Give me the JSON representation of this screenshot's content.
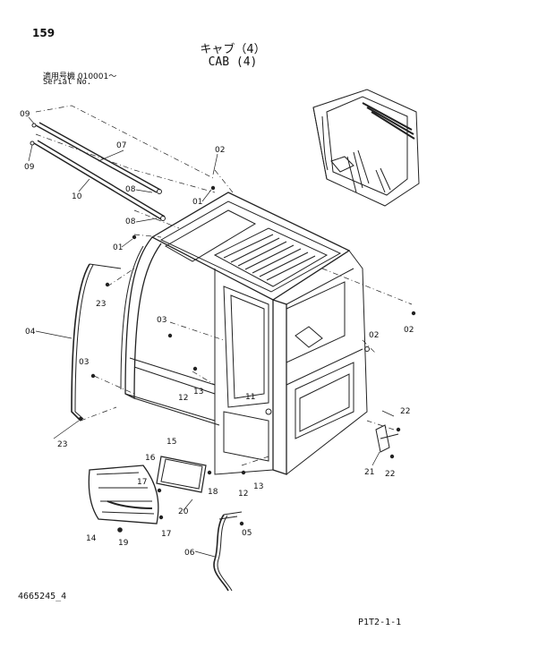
{
  "header": {
    "page_number": "159",
    "title_ja": "キャブ（4）",
    "title_en": "CAB (4)",
    "serial_label_ja": "適用号機  010001～",
    "serial_label_en": "Serial No."
  },
  "footer": {
    "document_id": "4665245_4",
    "page_code": "P1T2-1-1"
  },
  "callouts": {
    "c09a": "09",
    "c09b": "09",
    "c07": "07",
    "c10": "10",
    "c08a": "08",
    "c08b": "08",
    "c02a": "02",
    "c01a": "01",
    "c01b": "01",
    "c23a": "23",
    "c03a": "03",
    "c04": "04",
    "c03b": "03",
    "c12a": "12",
    "c13a": "13",
    "c11": "11",
    "c02b": "02",
    "c02c": "02",
    "c23b": "23",
    "c15": "15",
    "c16": "16",
    "c17a": "17",
    "c18": "18",
    "c20": "20",
    "c12b": "12",
    "c13b": "13",
    "c22a": "22",
    "c21": "21",
    "c22b": "22",
    "c14": "14",
    "c19": "19",
    "c17b": "17",
    "c05": "05",
    "c06": "06"
  }
}
